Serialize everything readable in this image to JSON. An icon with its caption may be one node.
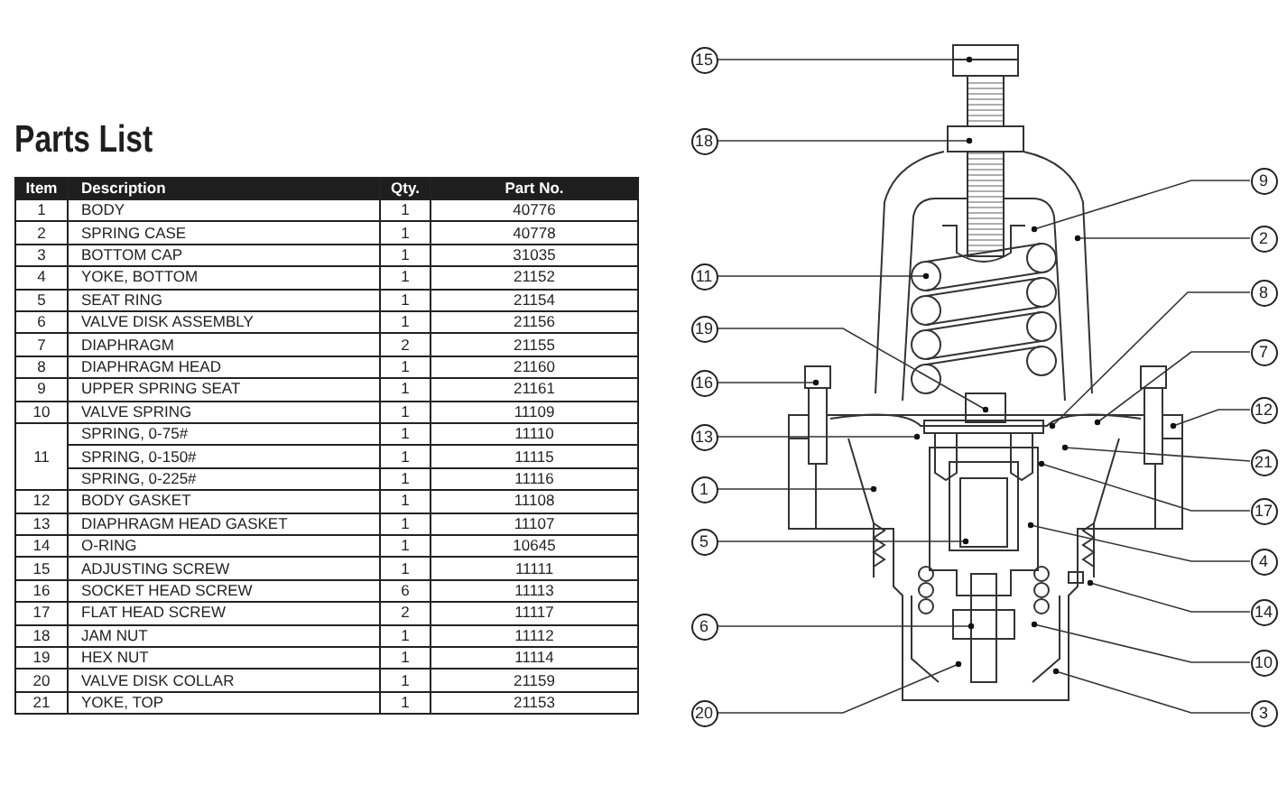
{
  "diagram": {
    "title": "Parts List",
    "nodes": [
      {
        "text": [
          "15"
        ]
      },
      {
        "text": [
          "18"
        ]
      },
      {
        "text": [
          "9"
        ]
      },
      {
        "text": [
          "2"
        ]
      },
      {
        "text": [
          "11"
        ]
      },
      {
        "text": [
          "8"
        ]
      },
      {
        "text": [
          "19"
        ]
      },
      {
        "text": [
          "7"
        ]
      },
      {
        "text": [
          "16"
        ]
      },
      {
        "text": [
          "12"
        ]
      },
      {
        "text": [
          "13"
        ]
      },
      {
        "text": [
          "21"
        ]
      },
      {
        "text": [
          "1"
        ]
      },
      {
        "text": [
          "17"
        ]
      },
      {
        "text": [
          "5"
        ]
      },
      {
        "text": [
          "4"
        ]
      },
      {
        "text": [
          "14"
        ]
      },
      {
        "text": [
          "6"
        ]
      },
      {
        "text": [
          "10"
        ]
      },
      {
        "text": [
          "20"
        ]
      },
      {
        "text": [
          "3"
        ]
      }
    ],
    "edges": [
      {
        "from": 0,
        "to": null,
        "arrow": "other"
      },
      {
        "from": 1,
        "to": null,
        "arrow": "other"
      },
      {
        "from": 2,
        "to": null,
        "arrow": "other"
      },
      {
        "from": 3,
        "to": null,
        "arrow": "other"
      },
      {
        "from": 4,
        "to": null,
        "arrow": "other"
      },
      {
        "from": 5,
        "to": null,
        "arrow": "other"
      },
      {
        "from": 6,
        "to": null,
        "arrow": "other"
      },
      {
        "from": 7,
        "to": null,
        "arrow": "other"
      },
      {
        "from": 8,
        "to": null,
        "arrow": "other"
      },
      {
        "from": 9,
        "to": null,
        "arrow": "other"
      },
      {
        "from": 10,
        "to": null,
        "arrow": "other"
      },
      {
        "from": 11,
        "to": null,
        "arrow": "other"
      },
      {
        "from": 12,
        "to": null,
        "arrow": "other"
      },
      {
        "from": 13,
        "to": null,
        "arrow": "other"
      },
      {
        "from": 14,
        "to": null,
        "arrow": "other"
      },
      {
        "from": 15,
        "to": null,
        "arrow": "other"
      },
      {
        "from": 16,
        "to": null,
        "arrow": "other"
      },
      {
        "from": 17,
        "to": null,
        "arrow": "other"
      },
      {
        "from": 18,
        "to": null,
        "arrow": "other"
      },
      {
        "from": 19,
        "to": null,
        "arrow": "other"
      },
      {
        "from": 20,
        "to": null,
        "arrow": "other"
      }
    ],
    "labels": [
      "Item",
      "Description",
      "Qty.",
      "Part No.",
      "1",
      "BODY",
      "1",
      "40776",
      "2",
      "SPRING CASE",
      "1",
      "40778",
      "3",
      "BOTTOM CAP",
      "1",
      "31035",
      "4",
      "YOKE, BOTTOM",
      "1",
      "21152",
      "5",
      "SEAT RING",
      "1",
      "21154",
      "6",
      "VALVE DISK ASSEMBLY",
      "1",
      "21156",
      "7",
      "DIAPHRAGM",
      "2",
      "21155",
      "8",
      "DIAPHRAGM HEAD",
      "1",
      "21160",
      "9",
      "UPPER SPRING SEAT",
      "1",
      "21161",
      "10",
      "VALVE SPRING",
      "1",
      "11109",
      "11",
      "SPRING, 0-75#",
      "1",
      "11110",
      "SPRING, 0-150#",
      "1",
      "11115",
      "SPRING, 0-225#",
      "1",
      "11116",
      "12",
      "BODY GASKET",
      "1",
      "11108",
      "13",
      "DIAPHRAGM HEAD GASKET",
      "1",
      "11107",
      "14",
      "O-RING",
      "1",
      "10645",
      "15",
      "ADJUSTING SCREW",
      "1",
      "11111",
      "16",
      "SOCKET HEAD SCREW",
      "6",
      "11113",
      "17",
      "FLAT HEAD SCREW",
      "2",
      "11117",
      "18",
      "JAM NUT",
      "1",
      "11112",
      "19",
      "HEX NUT",
      "1",
      "11114",
      "20",
      "VALVE DISK COLLAR",
      "1",
      "21159",
      "21",
      "YOKE, TOP",
      "1",
      "21153"
    ]
  }
}
